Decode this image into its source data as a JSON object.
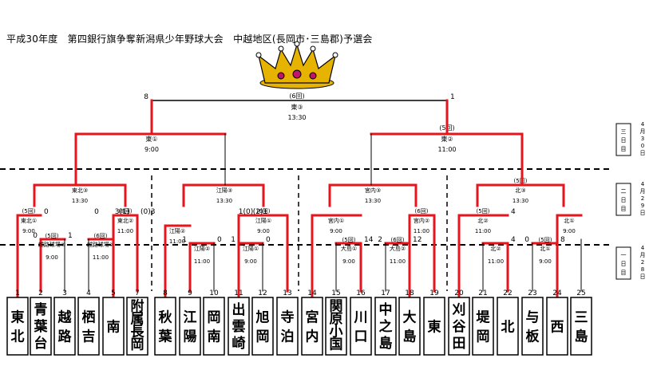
{
  "title": "平成30年度　第四銀行旗争奪新潟県少年野球大会　中越地区(長岡市･三島郡)予選会",
  "day_labels": [
    "三日目",
    "二日目",
    "一日目"
  ],
  "dates": [
    "4月30日",
    "4月29日",
    "4月28日"
  ],
  "final": {
    "left_score": "8",
    "right_score": "1",
    "inning": "(6回)",
    "venue": "東③",
    "time": "13:30"
  },
  "semis": [
    {
      "venue": "東①",
      "time": "9:00"
    },
    {
      "inning": "(5回)",
      "venue": "東②",
      "time": "11:00"
    }
  ],
  "qf": [
    {
      "venue": "東北③",
      "time": "13:30",
      "left_score": "0",
      "right_score": "3(1)"
    },
    {
      "venue": "江陽③",
      "time": "13:30",
      "left_score": "1(0)",
      "right_score": "(2)1"
    },
    {
      "venue": "宮内③",
      "time": "13:30"
    },
    {
      "inning": "(5回)",
      "venue": "北③",
      "time": "13:30"
    }
  ],
  "r2": [
    {
      "inning": "(5回)",
      "venue": "東北①",
      "time": "9:00",
      "left_score": "",
      "right_score": "0"
    },
    {
      "inning": "(8回)",
      "venue": "東北②",
      "time": "11:00",
      "left_score": "",
      "right_score": "(0)3"
    },
    {
      "inning": "",
      "venue": "江陽②",
      "time": "11:00",
      "left_score": "",
      "right_score": ""
    },
    {
      "inning": "(6回)",
      "venue": "江陽①",
      "time": "9:00",
      "left_score": "",
      "right_score": ""
    },
    {
      "inning": "",
      "venue": "宮内①",
      "time": "9:00",
      "left_score": "",
      "right_score": ""
    },
    {
      "inning": "(6回)",
      "venue": "宮内②",
      "time": "11:00",
      "left_score": "",
      "right_score": ""
    },
    {
      "inning": "(5回)",
      "venue": "北②",
      "time": "11:00",
      "left_score": "2",
      "right_score": "4"
    },
    {
      "inning": "",
      "venue": "北①",
      "time": "9:00",
      "left_score": "",
      "right_score": ""
    }
  ],
  "r1": [
    {
      "inning": "(5回)",
      "venue": "越路球場②",
      "time": "9:00",
      "left_score": "0",
      "right_score": "1"
    },
    {
      "inning": "(6回)",
      "venue": "越路球場②",
      "time": "11:00",
      "left_score": "",
      "right_score": ""
    },
    {
      "inning": "",
      "venue": "江陽②",
      "time": "11:00",
      "left_score": "1",
      "right_score": "0"
    },
    {
      "inning": "",
      "venue": "江陽①",
      "time": "9:00",
      "left_score": "1",
      "right_score": "0"
    },
    {
      "inning": "(5回)",
      "venue": "大島①",
      "time": "9:00",
      "left_score": "",
      "right_score": "14"
    },
    {
      "inning": "(6回)",
      "venue": "大島②",
      "time": "11:00",
      "left_score": "2",
      "right_score": "12"
    },
    {
      "inning": "",
      "venue": "北②",
      "time": "11:00",
      "left_score": "",
      "right_score": "4"
    },
    {
      "inning": "(5回)",
      "venue": "北①",
      "time": "9:00",
      "left_score": "0",
      "right_score": "8"
    }
  ],
  "teams": [
    {
      "num": "1",
      "name": "東北"
    },
    {
      "num": "2",
      "name": "青葉台"
    },
    {
      "num": "3",
      "name": "越路"
    },
    {
      "num": "4",
      "name": "栖吉"
    },
    {
      "num": "5",
      "name": "南"
    },
    {
      "num": "7",
      "name": "附属長岡"
    },
    {
      "num": "8",
      "name": "秋葉"
    },
    {
      "num": "9",
      "name": "江陽"
    },
    {
      "num": "10",
      "name": "岡南"
    },
    {
      "num": "11",
      "name": "出雲崎"
    },
    {
      "num": "12",
      "name": "旭岡"
    },
    {
      "num": "13",
      "name": "寺泊"
    },
    {
      "num": "14",
      "name": "宮内"
    },
    {
      "num": "15",
      "name": "関原小国"
    },
    {
      "num": "16",
      "name": "川口"
    },
    {
      "num": "17",
      "name": "中之島"
    },
    {
      "num": "18",
      "name": "大島"
    },
    {
      "num": "19",
      "name": "東"
    },
    {
      "num": "20",
      "name": "刈谷田"
    },
    {
      "num": "21",
      "name": "堤岡"
    },
    {
      "num": "22",
      "name": "北"
    },
    {
      "num": "23",
      "name": "与板"
    },
    {
      "num": "24",
      "name": "西"
    },
    {
      "num": "25",
      "name": "三島"
    }
  ],
  "colors": {
    "winner_line": "#e8141b",
    "line": "#000000",
    "crown": "#e6b400"
  },
  "icons": {
    "crown": "crown-icon"
  }
}
